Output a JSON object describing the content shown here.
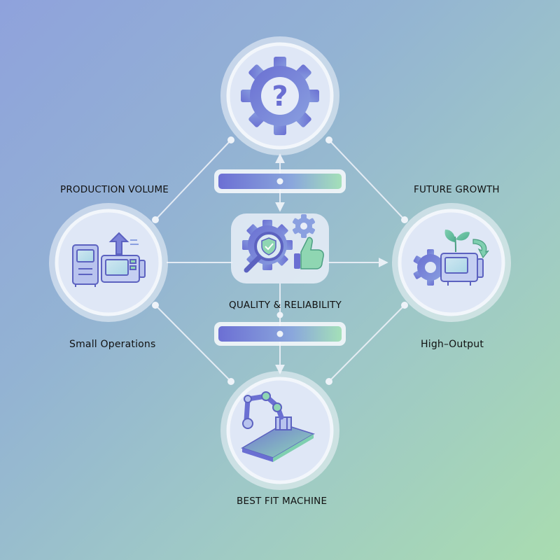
{
  "colors": {
    "background_start": "#8fa2dc",
    "background_end": "#a9dcb0",
    "accent_purple": "#6b6fd0",
    "accent_green": "#8fd6b2",
    "connector": "#e8eef6"
  },
  "labels": {
    "production_volume": "PRODUCTION VOLUME",
    "future_growth": "FUTURE GROWTH",
    "quality_reliability": "QUALITY & RELIABILITY",
    "small_operations": "Small Operations",
    "high_output": "High–Output",
    "best_fit_machine": "BEST FIT MACHINE"
  },
  "icons": {
    "top": "question-gear-icon",
    "left": "production-machines-icon",
    "center": "quality-inspection-icon",
    "right": "growth-machine-icon",
    "bottom": "robotic-arm-icon"
  }
}
